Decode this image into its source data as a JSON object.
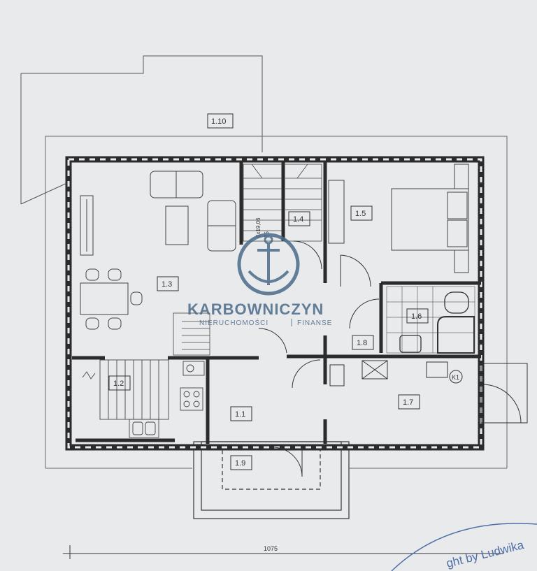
{
  "rooms": [
    {
      "id": "1.1",
      "label": "1.1"
    },
    {
      "id": "1.2",
      "label": "1.2"
    },
    {
      "id": "1.3",
      "label": "1.3"
    },
    {
      "id": "1.4",
      "label": "1.4"
    },
    {
      "id": "1.5",
      "label": "1.5"
    },
    {
      "id": "1.6",
      "label": "1.6"
    },
    {
      "id": "1.7",
      "label": "1.7"
    },
    {
      "id": "1.8",
      "label": "1.8"
    },
    {
      "id": "1.9",
      "label": "1.9"
    },
    {
      "id": "1.10",
      "label": "1.10"
    }
  ],
  "stairs": {
    "label": "6x19,06",
    "sublabel": "25"
  },
  "boiler": {
    "label": "K1"
  },
  "dimension": {
    "width_label": "1075"
  },
  "watermark": {
    "name": "KARBOWNICZYN",
    "subtitle_left": "NIERUCHOMOŚCI",
    "subtitle_right": "FINANSE"
  },
  "stamp": {
    "text": "ght by Ludwika"
  },
  "colors": {
    "paper": "#e9eaec",
    "line": "#2b2b2b",
    "brand": "#4a6a8a",
    "stamp": "#4d6fa8"
  }
}
